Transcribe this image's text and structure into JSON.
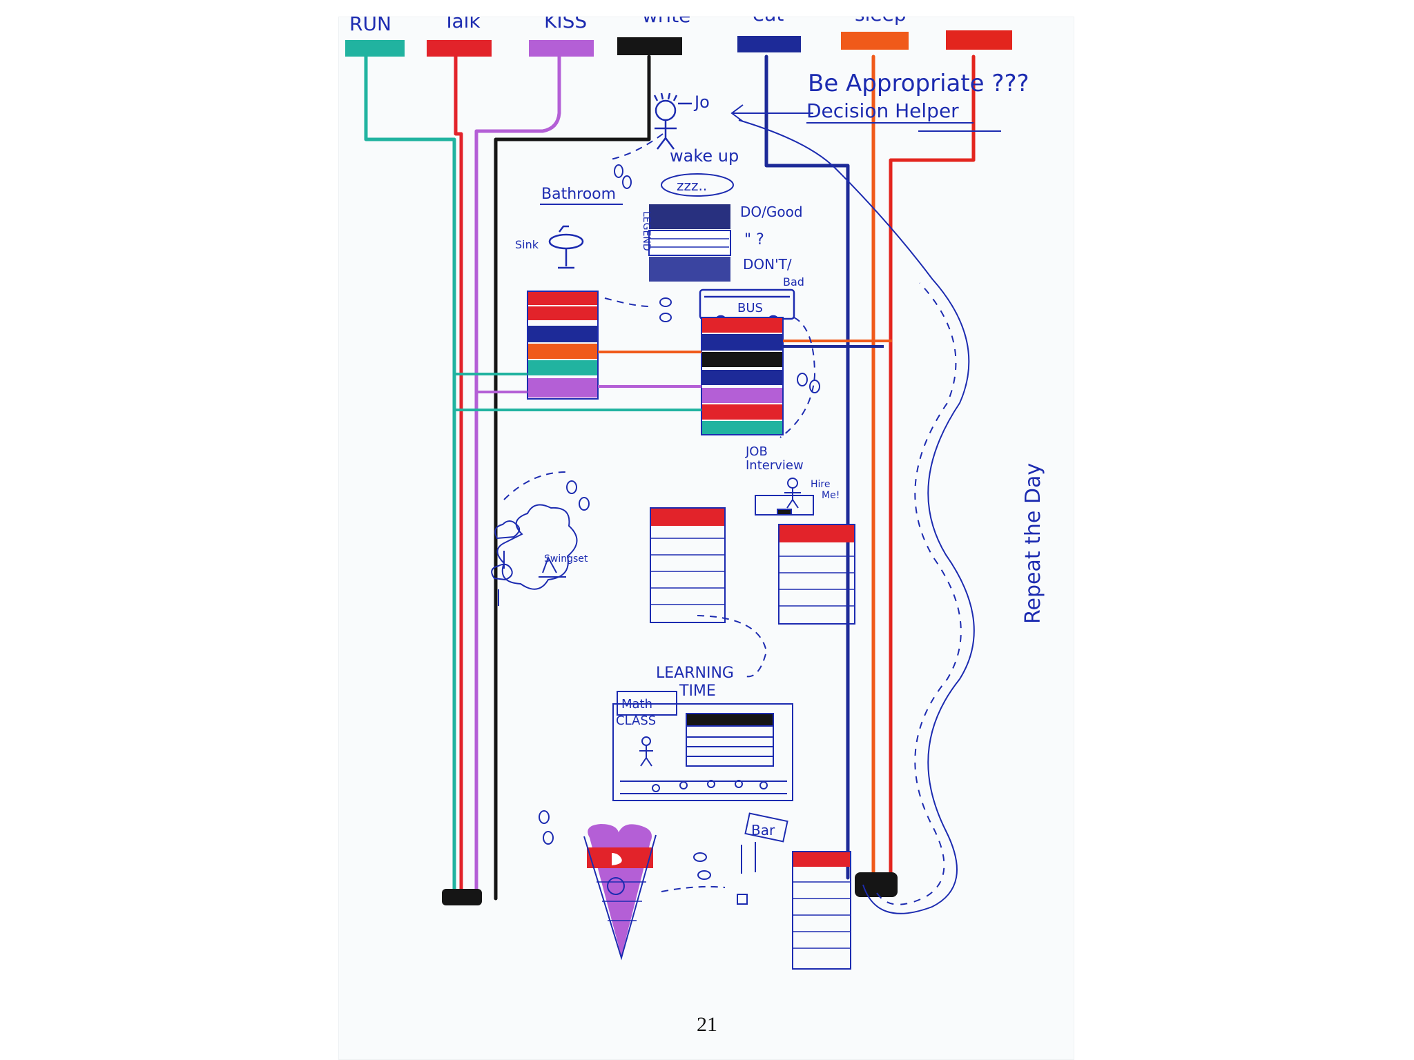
{
  "document": {
    "page_number": "21"
  },
  "actions": [
    {
      "label": "RUN",
      "color": "#21b3a0"
    },
    {
      "label": "Talk",
      "color": "#e2232a"
    },
    {
      "label": "KISS",
      "color": "#b45fd6"
    },
    {
      "label": "write",
      "color": "#151515"
    },
    {
      "label": "eat",
      "color": "#1d2a98"
    },
    {
      "label": "sleep",
      "color": "#f05a1a"
    },
    {
      "label": "",
      "color": "#e3251e"
    }
  ],
  "annotations": {
    "headline": "Be Appropriate ???",
    "subhead": "Decision Helper",
    "character": "Jo",
    "wake": "wake up",
    "snore": "zzz..",
    "bathroom": "Bathroom",
    "sink": "Sink",
    "legend_letters": "LEGEND",
    "legend_do": "DO/Good",
    "legend_maybe": "\" ?",
    "legend_dont": "DON'T/",
    "legend_bad": "Bad",
    "bus": "BUS",
    "job_interview_1": "JOB",
    "job_interview_2": "Interview",
    "hire_me_1": "Hire",
    "hire_me_2": "Me!",
    "swingset": "Swingset",
    "learning_1": "LEARNING",
    "learning_2": "TIME",
    "math": "Math",
    "class": "CLASS",
    "bar": "Bar",
    "repeat": "Repeat the Day"
  }
}
